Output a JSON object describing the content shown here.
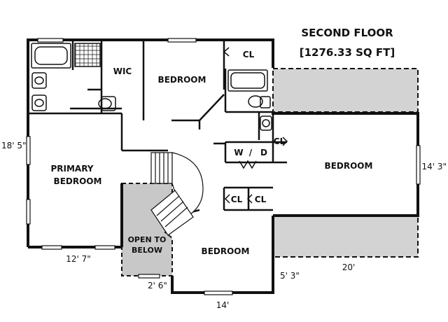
{
  "title": "SECOND FLOOR",
  "subtitle": "[1276.33 SQ FT]",
  "rooms": {
    "wic": "WIC",
    "bedroom_top": "BEDROOM",
    "closet_top": "CL",
    "primary_line1": "PRIMARY",
    "primary_line2": "BEDROOM",
    "washer": "W",
    "dryer": "D",
    "closet_laundry": "CL",
    "bedroom_right": "BEDROOM",
    "closet_hall_1": "CL",
    "closet_hall_2": "CL",
    "open_line1": "OPEN TO",
    "open_line2": "BELOW",
    "bedroom_bottom": "BEDROOM"
  },
  "dimensions": {
    "left_height": "18' 5\"",
    "primary_width": "12' 7\"",
    "stair_width": "2' 6\"",
    "bottom_width": "14'",
    "right_offset": "5' 3\"",
    "right_width": "20'",
    "right_height": "14' 3\""
  },
  "colors": {
    "wall": "#111111",
    "background": "#ffffff",
    "attic_fill": "#d3d3d3",
    "open_fill": "#c8c8c8"
  }
}
